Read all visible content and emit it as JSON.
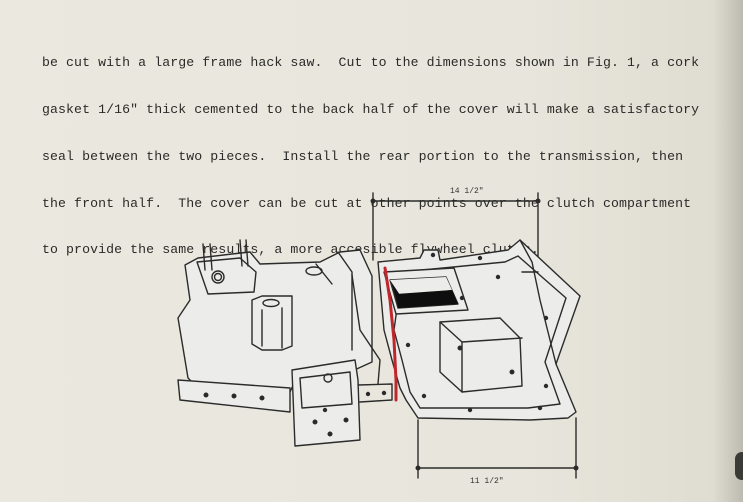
{
  "body": {
    "lines": [
      "be cut with a large frame hack saw.  Cut to the dimensions shown in Fig. 1, a cork",
      "gasket 1/16\" thick cemented to the back half of the cover will make a satisfactory",
      "seal between the two pieces.  Install the rear portion to the transmission, then",
      "the front half.  The cover can be cut at other points over the clutch compartment",
      "to provide the same results, a more accesible flywheel clutch."
    ]
  },
  "figure": {
    "dimension_top": "14 1/2\"",
    "dimension_bottom": "11 1/2\"",
    "cut_line_color": "#c0272d"
  }
}
